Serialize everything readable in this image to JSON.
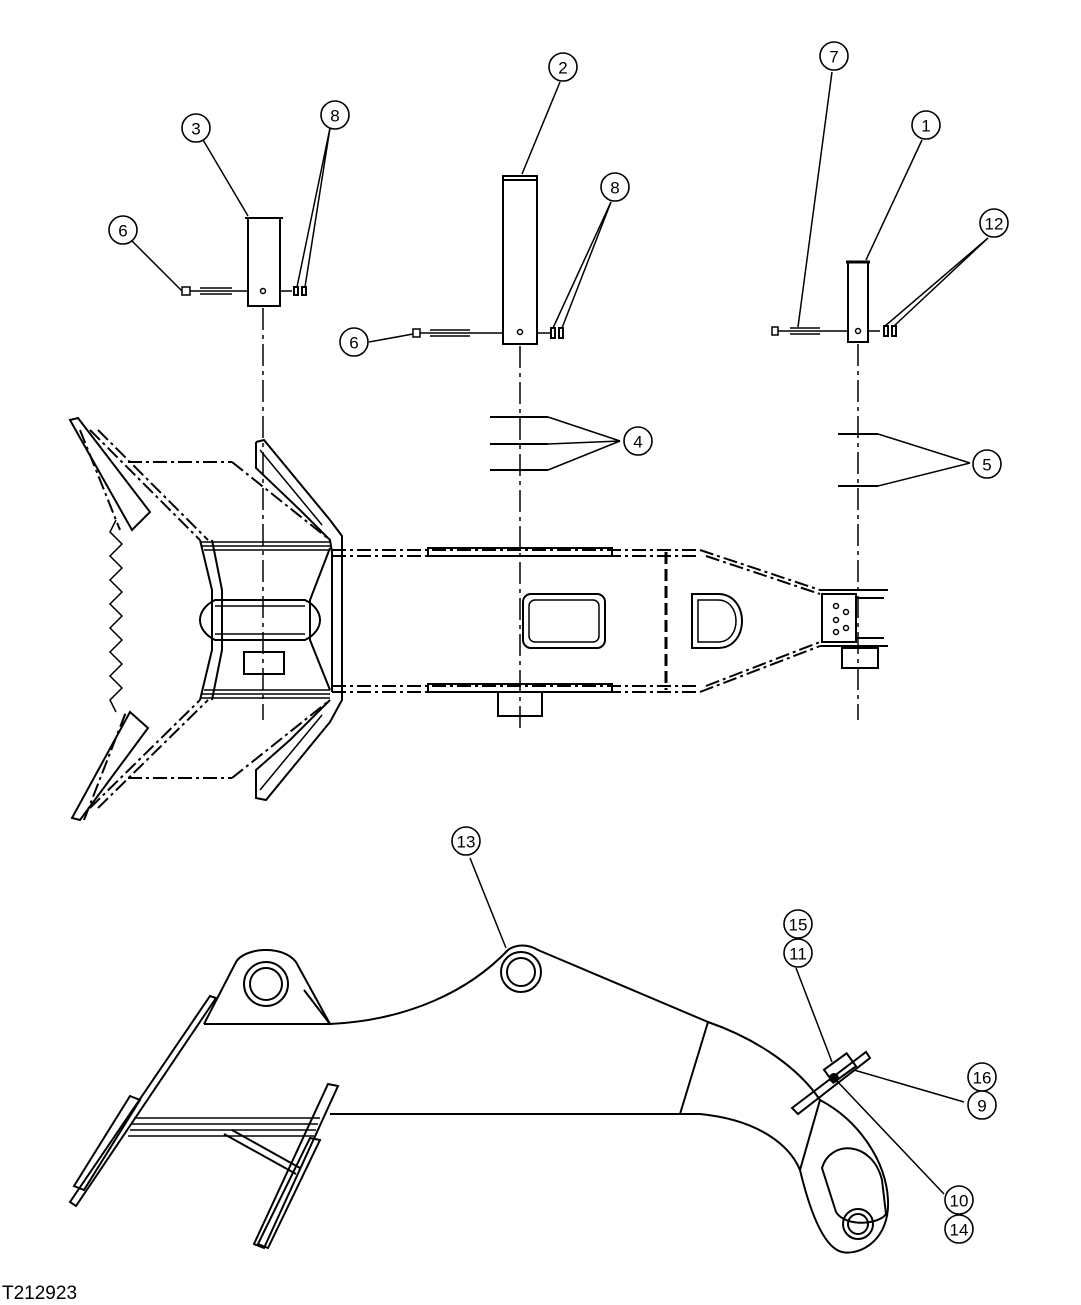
{
  "drawing_id": "T212923",
  "callouts": {
    "c1": "1",
    "c2": "2",
    "c3": "3",
    "c4": "4",
    "c5": "5",
    "c6a": "6",
    "c6b": "6",
    "c7": "7",
    "c8a": "8",
    "c8b": "8",
    "c9": "9",
    "c10": "10",
    "c11": "11",
    "c12": "12",
    "c13": "13",
    "c14": "14",
    "c15": "15",
    "c16": "16"
  }
}
